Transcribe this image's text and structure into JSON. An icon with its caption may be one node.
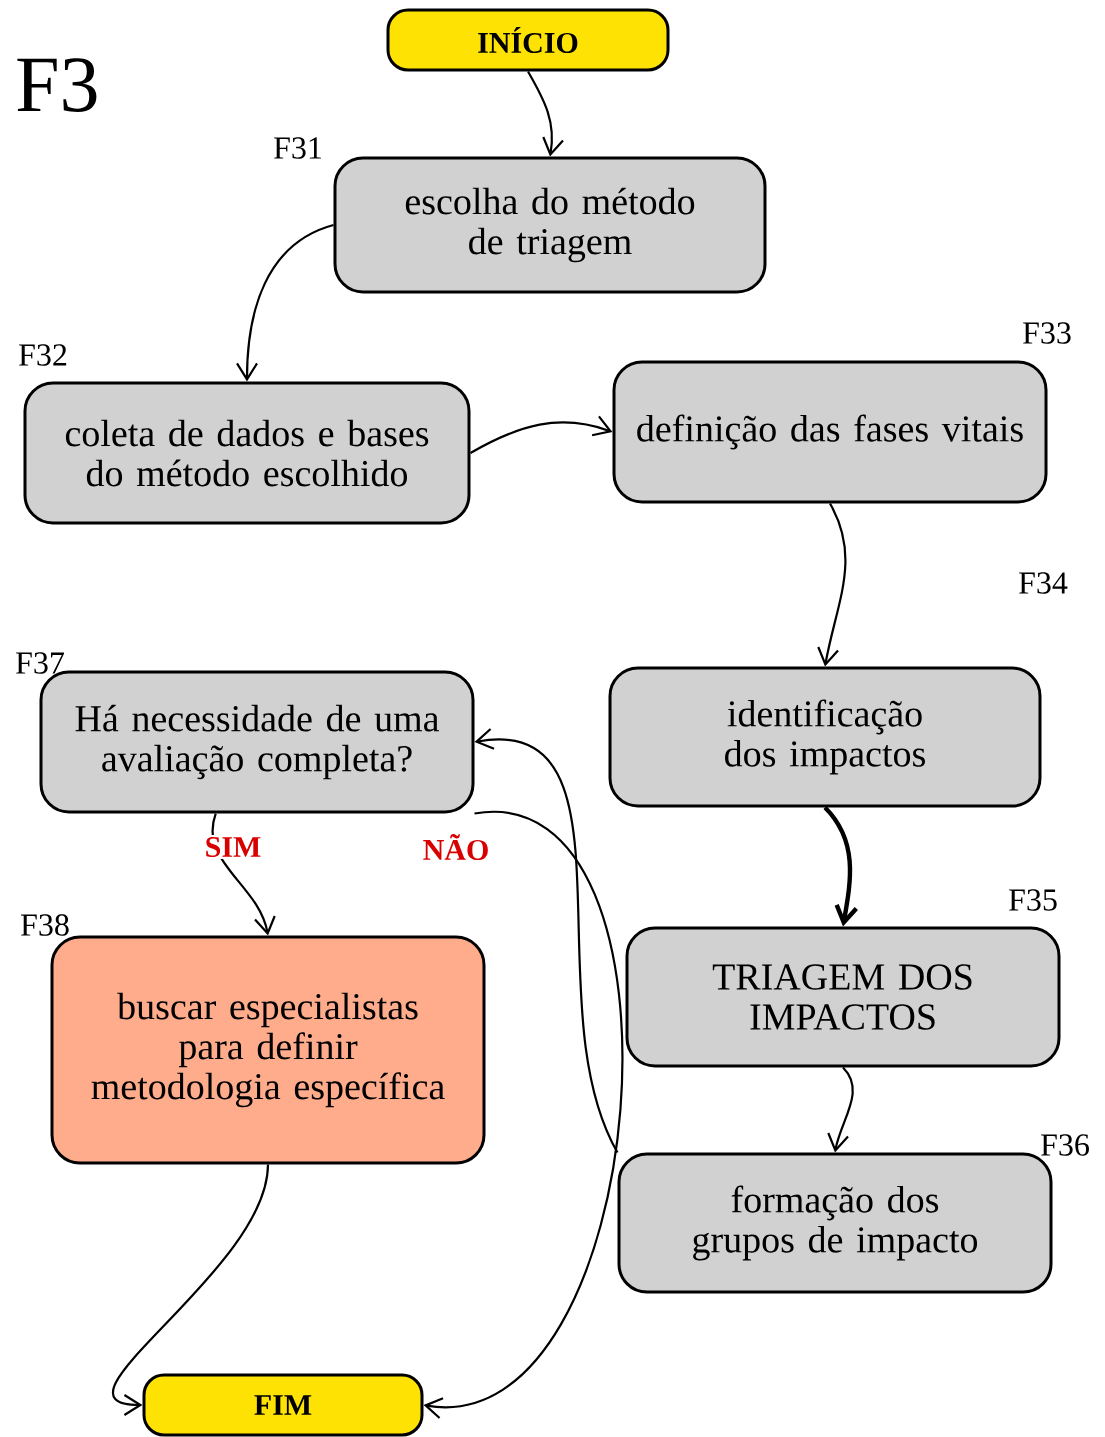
{
  "diagram": {
    "title": "F3",
    "nodes": [
      {
        "text": [
          "INÍCIO"
        ]
      },
      {
        "text": [
          "escolha do método de triagem"
        ],
        "beside": [
          "F31"
        ]
      },
      {
        "text": [
          "coleta de dados e bases do método escolhido"
        ],
        "beside": [
          "F32"
        ]
      },
      {
        "text": [
          "definição das fases vitais"
        ],
        "beside": [
          "F33"
        ]
      },
      {
        "text": [
          "identificação dos impactos"
        ],
        "beside": [
          "F34"
        ]
      },
      {
        "text": [
          "TRIAGEM DOS IMPACTOS"
        ],
        "beside": [
          "F35"
        ]
      },
      {
        "text": [
          "formação dos grupos de impacto"
        ],
        "beside": [
          "F36"
        ]
      },
      {
        "text": [
          "Há necessidade de uma avaliação completa?"
        ],
        "beside": [
          "F37"
        ]
      },
      {
        "text": [
          "buscar especialistas para definir metodologia específica"
        ],
        "beside": [
          "F38"
        ]
      },
      {
        "text": [
          "FIM"
        ]
      }
    ],
    "edges": [
      {
        "from": 0,
        "to": 1,
        "arrow": "to"
      },
      {
        "from": 1,
        "to": 2,
        "arrow": "to"
      },
      {
        "from": 2,
        "to": 3,
        "arrow": "to"
      },
      {
        "from": 3,
        "to": 4,
        "arrow": "to"
      },
      {
        "from": 4,
        "to": 5,
        "arrow": "to",
        "style": "thick"
      },
      {
        "from": 5,
        "to": 6,
        "arrow": "to"
      },
      {
        "from": 6,
        "to": 7,
        "arrow": "to"
      },
      {
        "from": 7,
        "to": 8,
        "arrow": "to",
        "label": "SIM"
      },
      {
        "from": 7,
        "to": 9,
        "arrow": "to",
        "label": "NÃO"
      },
      {
        "from": 8,
        "to": 9,
        "arrow": "to"
      }
    ]
  }
}
